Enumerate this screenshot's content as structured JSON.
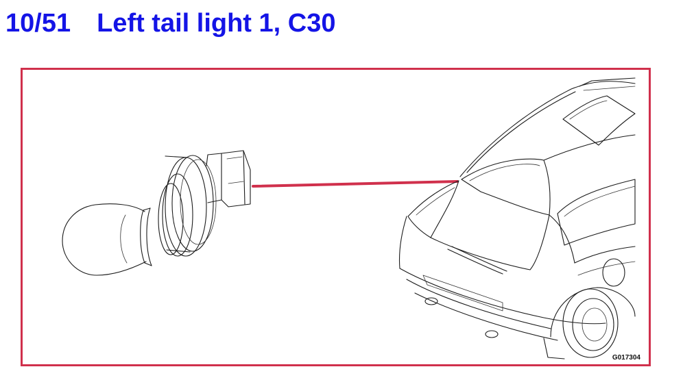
{
  "title": {
    "page_number": "10/51",
    "heading": "Left tail light 1, C30"
  },
  "figure": {
    "code": "G017304",
    "leader_color": "#d0304c",
    "frame_color": "#d0304c",
    "title_color": "#1414e6",
    "icons": [
      "bulb-icon",
      "car-rear-icon"
    ]
  }
}
